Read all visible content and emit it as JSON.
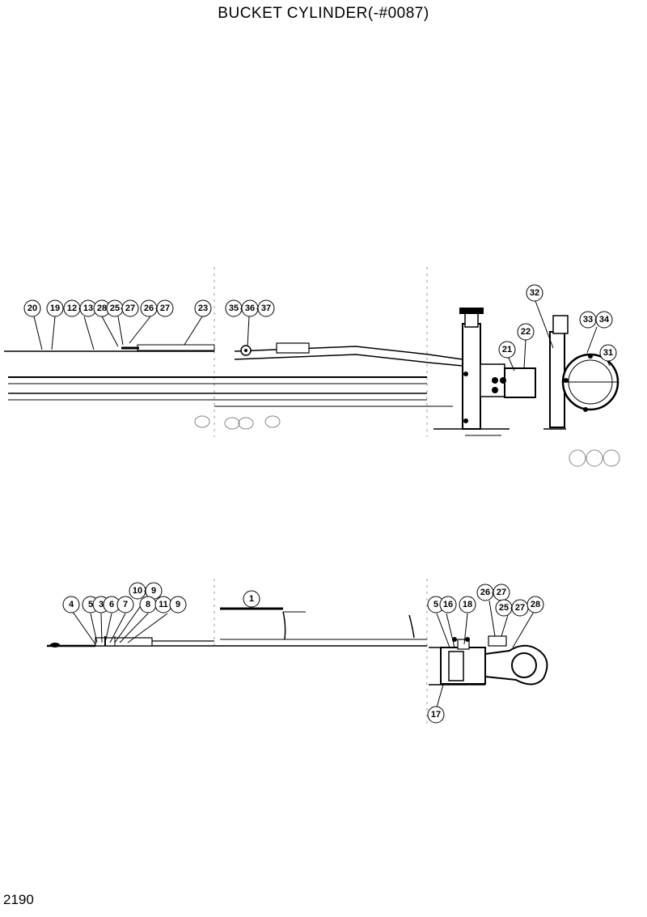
{
  "title": "BUCKET CYLINDER(-#0087)",
  "page_number": "2190",
  "upper_callouts": [
    "20",
    "19",
    "12",
    "13",
    "28",
    "25",
    "27",
    "26",
    "27",
    "23",
    "35",
    "36",
    "37",
    "32",
    "22",
    "33",
    "34",
    "21",
    "31"
  ],
  "upper_joiners": [
    "•",
    "•",
    "•",
    "•",
    "•",
    "•"
  ],
  "lower_callouts": [
    "10",
    "9",
    "4",
    "5",
    "3",
    "6",
    "7",
    "8",
    "11",
    "9",
    "1",
    "5",
    "16",
    "18",
    "26",
    "27",
    "25",
    "27",
    "28",
    "17"
  ],
  "lower_joiners": [
    "•",
    "•",
    "•",
    "•"
  ]
}
